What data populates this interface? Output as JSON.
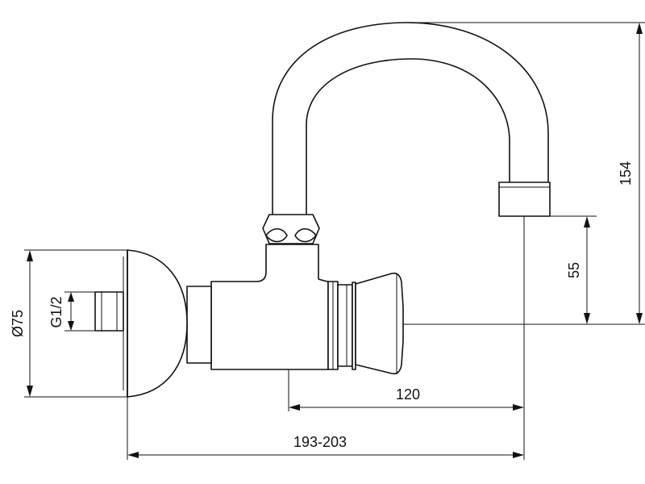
{
  "diagram": {
    "subject": "wall-mounted faucet with swivel spout",
    "dimensions": {
      "overall_height": "154",
      "spout_outlet_height": "55",
      "rosette_diameter": "Ø75",
      "thread_size": "G1/2",
      "handle_to_spout": "120",
      "wall_to_spout": "193-203"
    }
  }
}
